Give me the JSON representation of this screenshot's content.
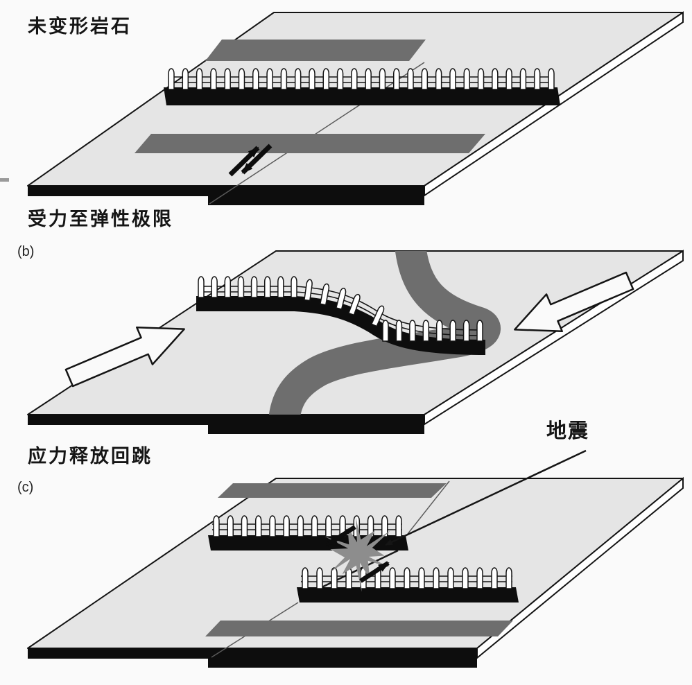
{
  "figure": {
    "type": "diagram",
    "topic": "elastic-rebound-earthquake-sequence",
    "panels": [
      {
        "id": "a",
        "tag": "",
        "title": "未变形岩石",
        "callout": ""
      },
      {
        "id": "b",
        "tag": "(b)",
        "title": "受力至弹性极限",
        "callout": ""
      },
      {
        "id": "c",
        "tag": "(c)",
        "title": "应力释放回跳",
        "callout": "地震"
      }
    ],
    "colors": {
      "background": "#fafafa",
      "slab": "#e5e5e5",
      "slab_side": "#ffffff",
      "outline": "#141414",
      "road": "#6e6e6e",
      "fence": "#0d0d0d",
      "picket": "#ffffff",
      "burst": "#8d8d8d",
      "arrow_fill": "#fafafa"
    }
  }
}
